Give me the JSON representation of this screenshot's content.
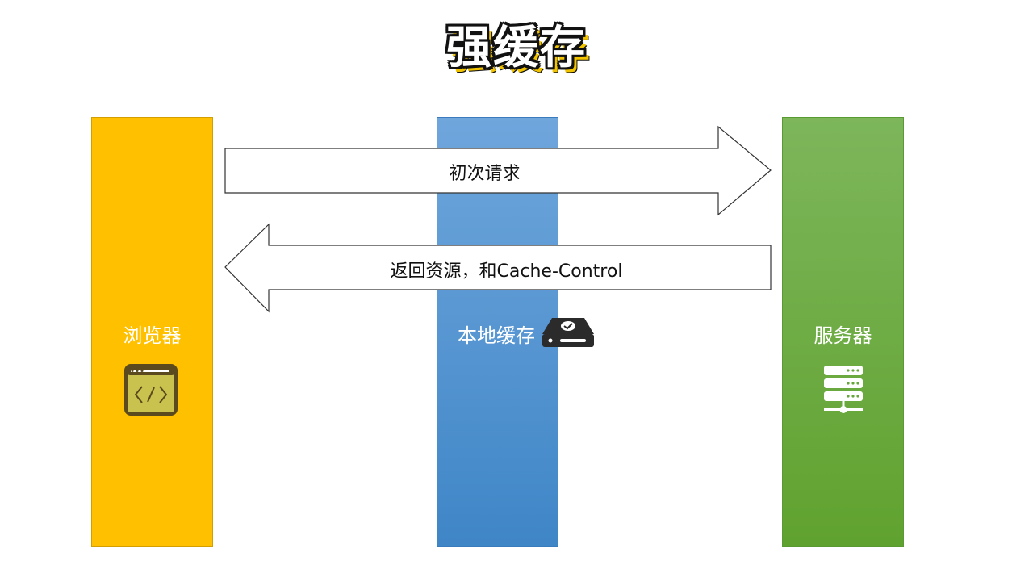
{
  "title": "强缓存",
  "columns": {
    "browser": {
      "label": "浏览器",
      "icon": "browser-code-icon",
      "color": "#ffc000"
    },
    "cache": {
      "label": "本地缓存",
      "icon": "disk-drive-icon",
      "color": "#5b9bd5"
    },
    "server": {
      "label": "服务器",
      "icon": "server-icon",
      "color": "#70ad47"
    }
  },
  "arrows": {
    "request": {
      "label": "初次请求",
      "direction": "right"
    },
    "response": {
      "label": "返回资源，和Cache-Control",
      "direction": "left"
    }
  }
}
